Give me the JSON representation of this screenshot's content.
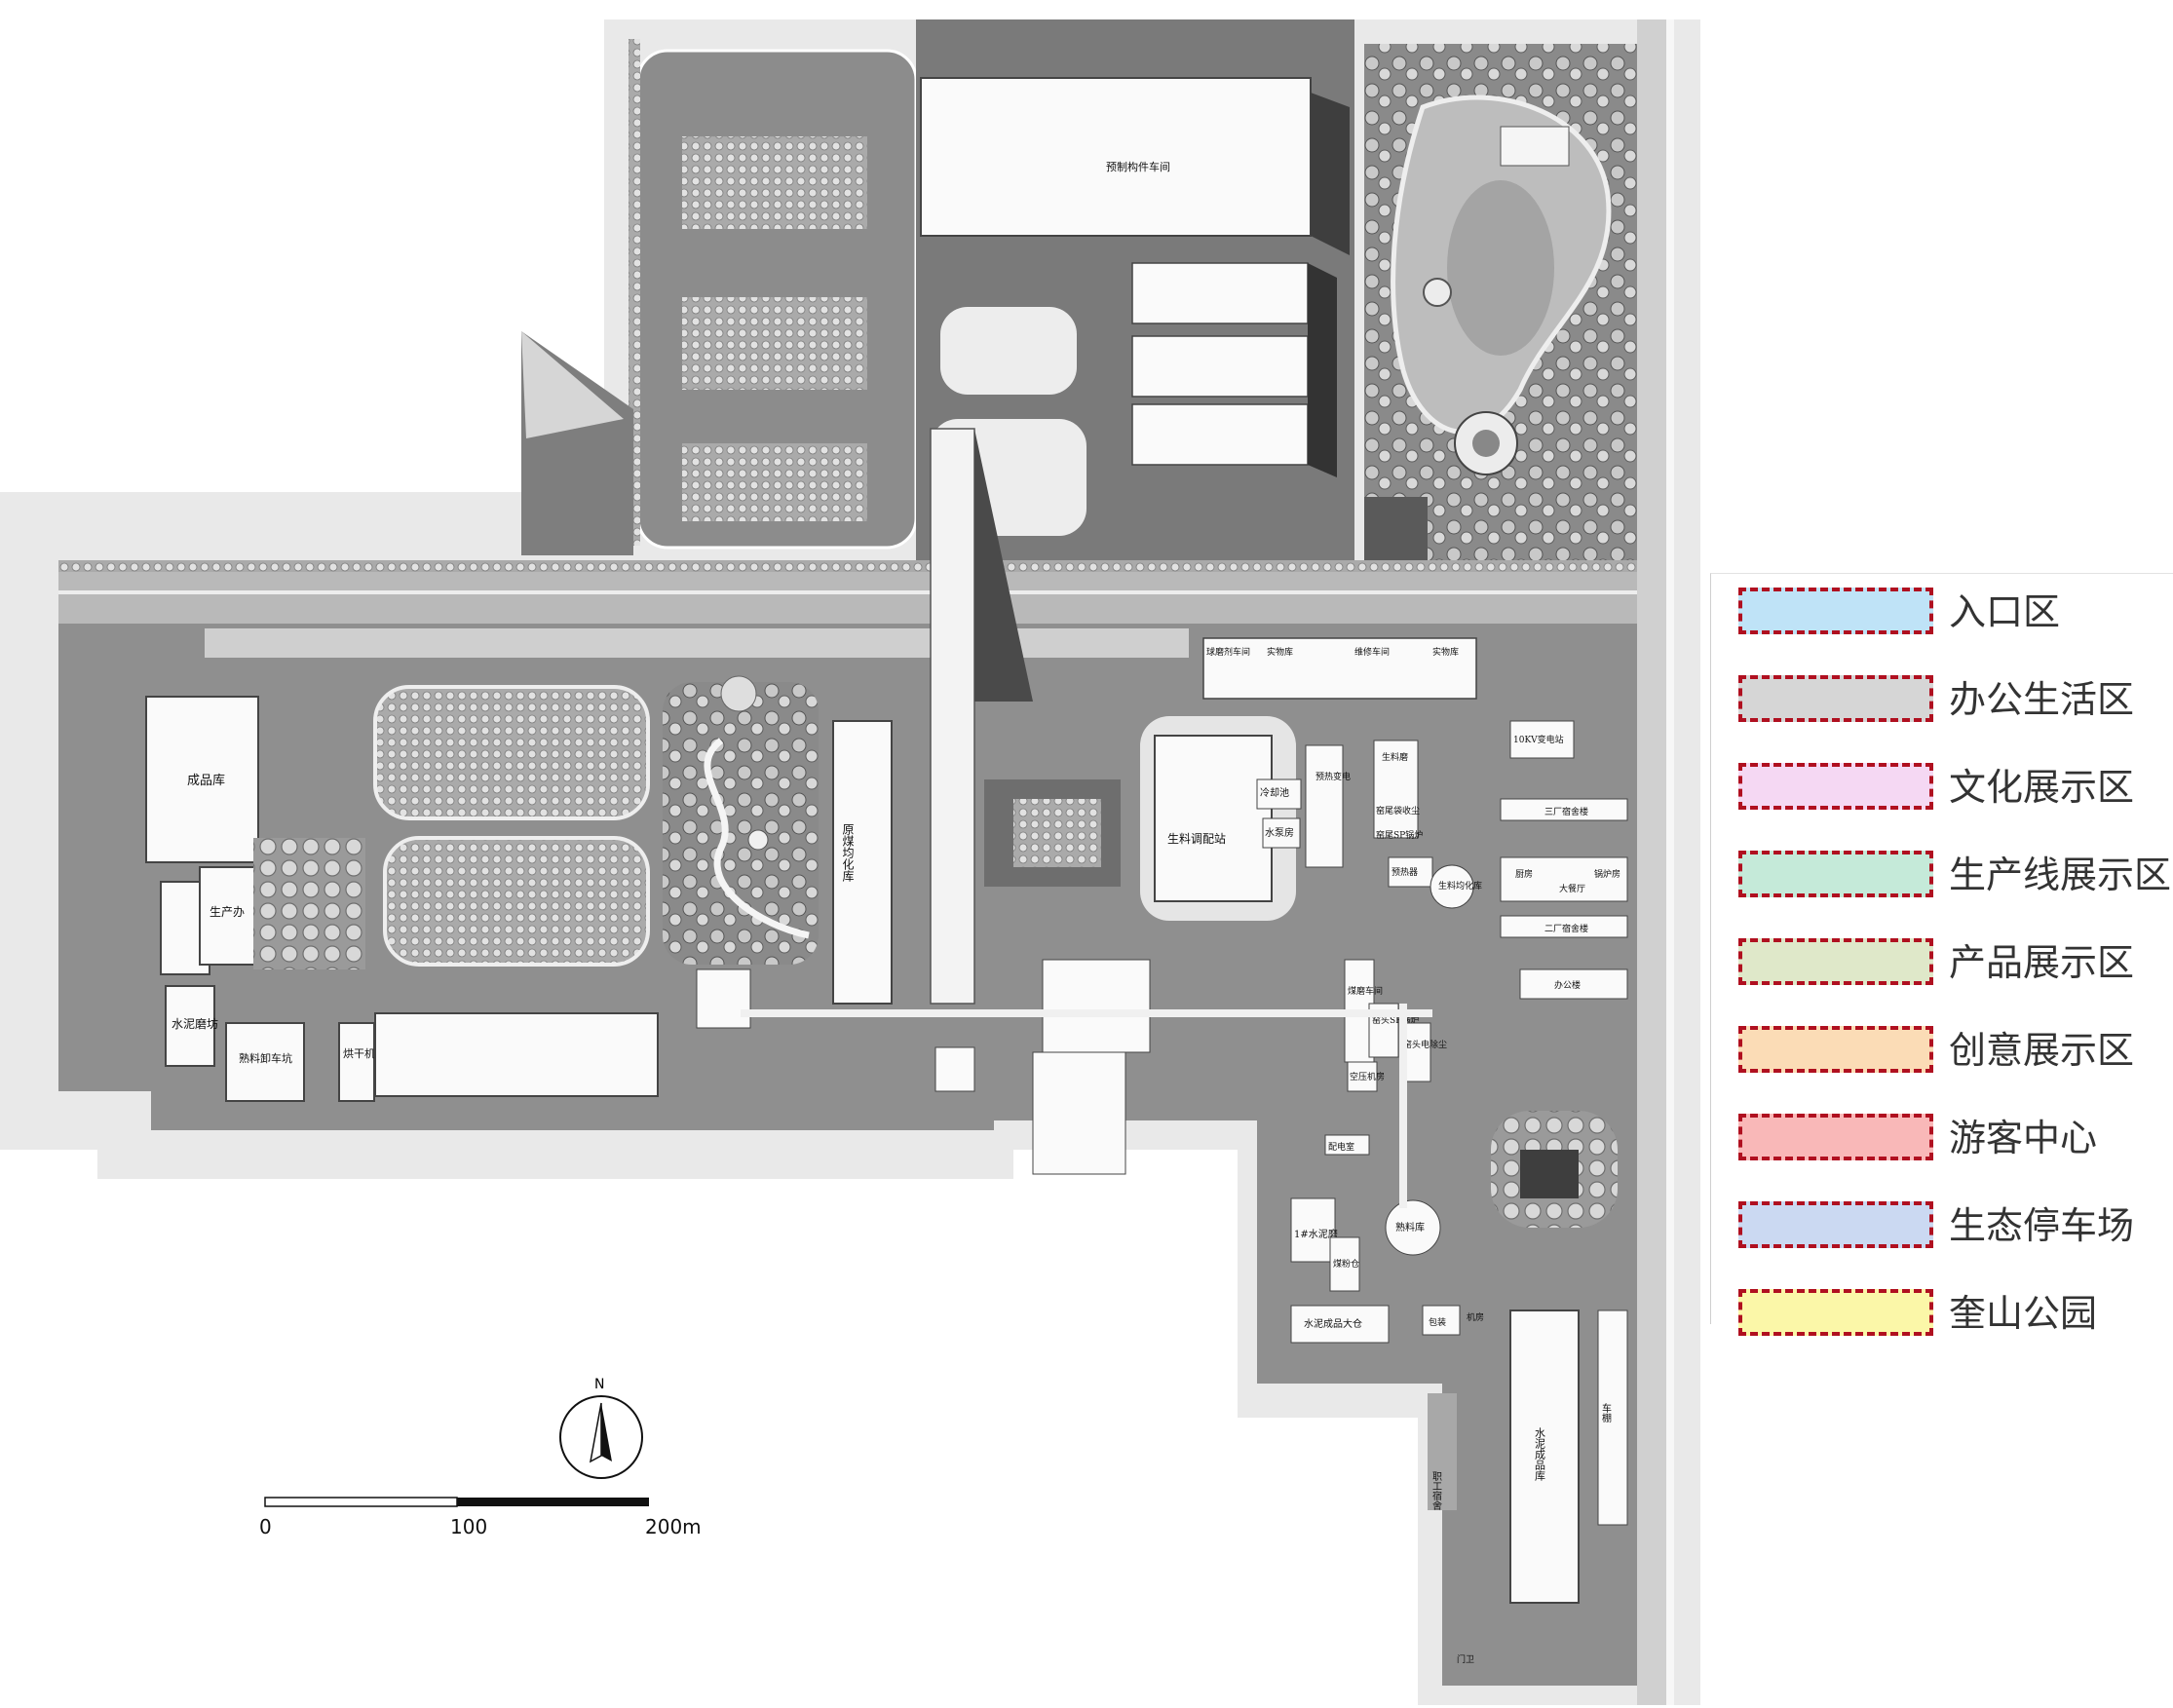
{
  "buildings": {
    "prefab_workshop": "预制构件车间",
    "finished_warehouse": "成品库",
    "production_office": "生产办",
    "cement_mill_house": "水泥磨坊",
    "clinker_unloading": "熟料卸车坑",
    "dryer": "烘干机",
    "raw_coal_store": "原煤均化库",
    "raw_mix_station": "生料调配站",
    "cooling_pool": "冷却池",
    "pump_house": "水泵房",
    "mill_workshop": "球磨剂车间",
    "physical_store": "实物库",
    "repair_workshop": "维修车间",
    "physical_store_2": "实物库",
    "substation": "10KV变电站",
    "dorm_3": "三厂宿舍楼",
    "kitchen": "厨房",
    "canteen": "大餐厅",
    "boiler_room": "锅炉房",
    "dorm_2": "二厂宿舍楼",
    "office_building": "办公楼",
    "preheater_substation": "预热变电",
    "raw_mill": "生料磨",
    "kiln_tail_dust": "窑尾袋收尘",
    "kiln_tail_sp": "窑尾SP锅炉",
    "preheater": "预热器",
    "raw_homogenizing": "生料均化库",
    "coal_mill": "煤磨车间",
    "kiln_head_sp": "窑头SP锅炉",
    "air_compressor": "空压机房",
    "kiln_head_room": "窑头电除尘",
    "power_distribution": "配电室",
    "clinker_store": "熟料库",
    "cement_mill_1": "1#水泥磨",
    "coal_silo": "煤粉仓",
    "cement_silo": "水泥成品大仓",
    "packing": "包装",
    "machine_room": "机房",
    "cement_product_store": "水泥成品库",
    "shed": "车棚",
    "staff_dorm": "职工宿舍",
    "guard": "门卫"
  },
  "north_label": "N",
  "scale": {
    "zero": "0",
    "mid": "100",
    "end": "200m"
  },
  "legend": [
    {
      "label": "入口区",
      "color": "#bfe3f7"
    },
    {
      "label": "办公生活区",
      "color": "#d6d6d6"
    },
    {
      "label": "文化展示区",
      "color": "#f5d8f3"
    },
    {
      "label": "生产线展示区",
      "color": "#c5ead9"
    },
    {
      "label": "产品展示区",
      "color": "#dfe8c9"
    },
    {
      "label": "创意展示区",
      "color": "#fbdcb6"
    },
    {
      "label": "游客中心",
      "color": "#f9b8b8"
    },
    {
      "label": "生态停车场",
      "color": "#cbd9f2"
    },
    {
      "label": "奎山公园",
      "color": "#fbf7a8"
    }
  ],
  "colors": {
    "border": "#b01020",
    "ground": "#8e8e8e",
    "paper": "#ffffff"
  }
}
